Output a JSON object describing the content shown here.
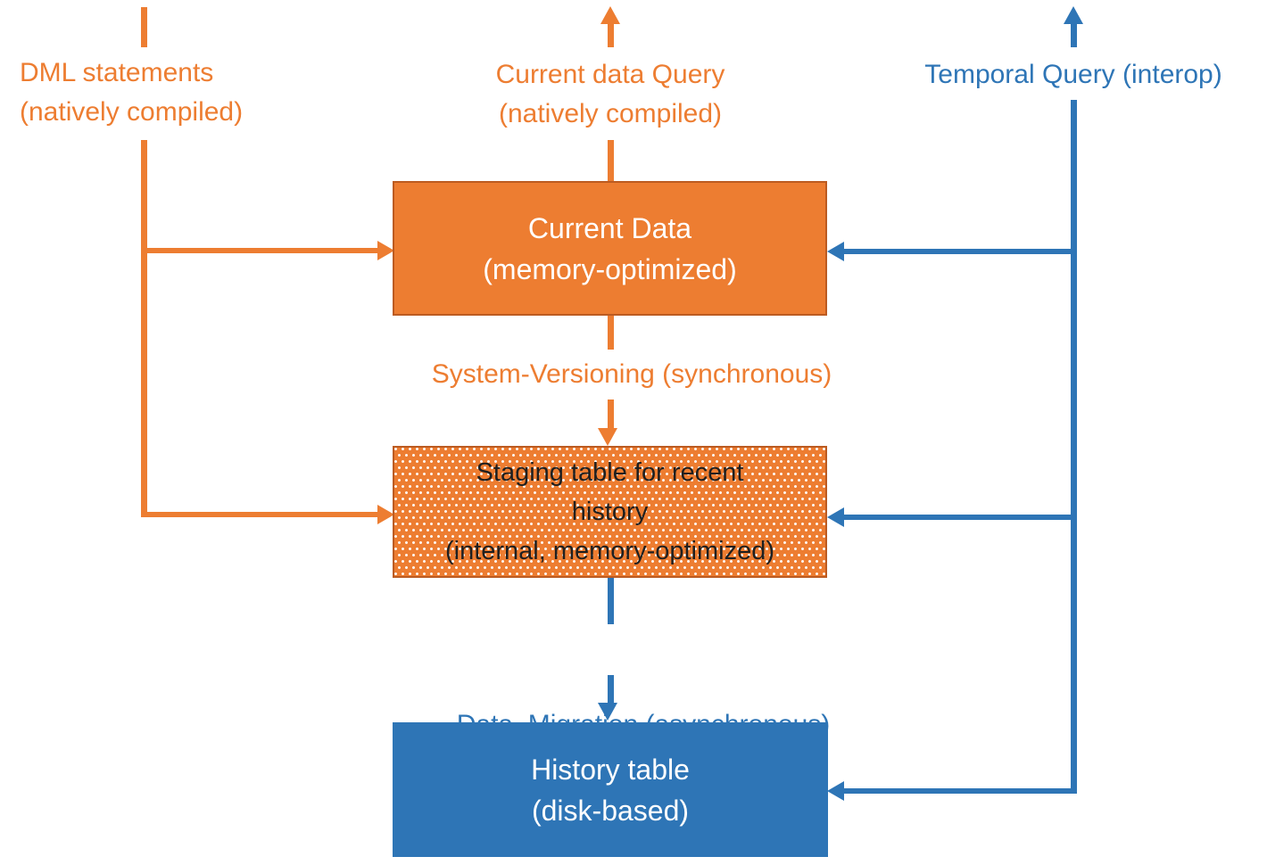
{
  "colors": {
    "orange": "#ED7D31",
    "orange-border": "#BC5B21",
    "blue": "#2E75B6",
    "box-text": "#FFFFFF",
    "staging-text": "#1F1F1F"
  },
  "labels": {
    "dml": {
      "line1": "DML statements",
      "line2": "(natively compiled)"
    },
    "current_query": {
      "line1": "Current data Query",
      "line2": "(natively compiled)"
    },
    "temporal_query": "Temporal Query (interop)",
    "system_versioning": "System-Versioning (synchronous)",
    "data_migration": "Data  Migration (asynchronous)"
  },
  "boxes": {
    "current_data": {
      "line1": "Current Data",
      "line2": "(memory-optimized)"
    },
    "staging": {
      "line1": "Staging table for recent",
      "line2": "history",
      "line3": "(internal, memory-optimized)"
    },
    "history": {
      "line1": "History table",
      "line2": "(disk-based)"
    }
  }
}
